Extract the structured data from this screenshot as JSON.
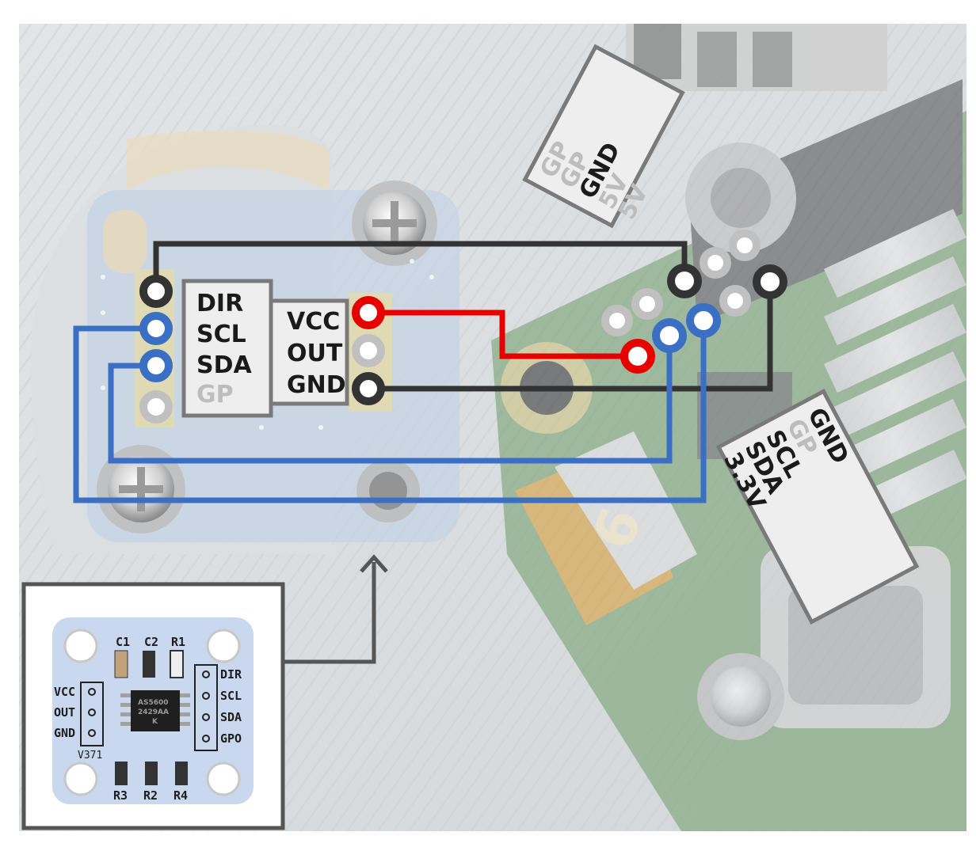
{
  "sensor_labels": {
    "left": [
      "DIR",
      "SCL",
      "SDA",
      "GP"
    ],
    "right": [
      "VCC",
      "OUT",
      "GND"
    ]
  },
  "pi_labels": {
    "top": [
      "GP",
      "GP",
      "GND",
      "5V",
      "5V"
    ],
    "right": [
      "GND",
      "GP",
      "SCL",
      "SDA",
      "3.3V"
    ]
  },
  "board_labels": {
    "caps": [
      "C1",
      "C2",
      "R1"
    ],
    "header_left": [
      "VCC",
      "OUT",
      "GND"
    ],
    "header_right": [
      "DIR",
      "SCL",
      "SDA",
      "GPO"
    ],
    "version": "V371",
    "bottom": [
      "R3",
      "R2",
      "R4"
    ],
    "chip_text": [
      "AS5600",
      "2429AA",
      "K"
    ],
    "sd_card_digit": "6"
  },
  "colors": {
    "ground_wire": "#333333",
    "power_wire": "#e60000",
    "i2c_wire": "#3a6fc4",
    "unused_pin": "#c0c0c0",
    "label_box_fill": "#eeeeee",
    "label_box_border": "#7a7a7a",
    "inset_border": "#555555"
  }
}
